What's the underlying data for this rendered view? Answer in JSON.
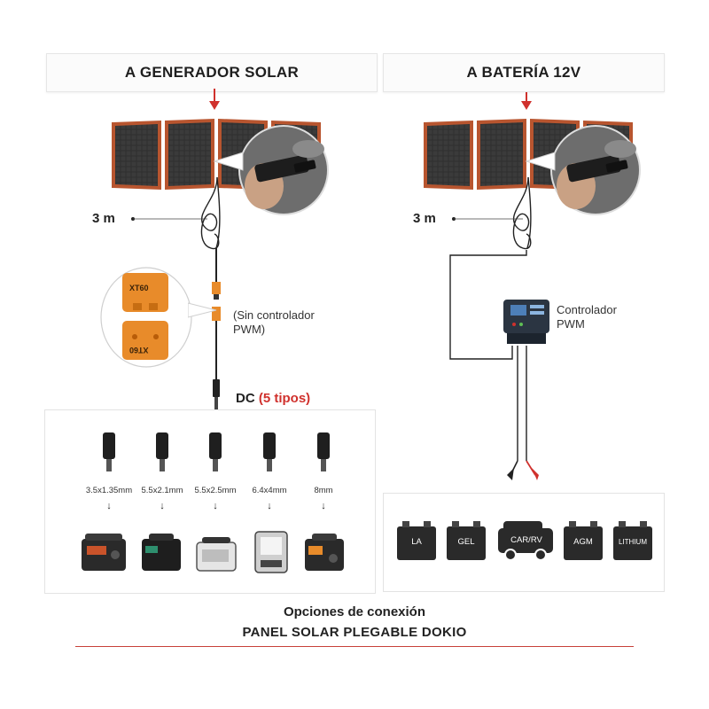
{
  "left": {
    "title": "A GENERADOR SOLAR",
    "cable_length": "3 m",
    "no_controller_note": "(Sin controlador\nPWM)",
    "connector_top": "XT60",
    "connector_bottom": "XT60",
    "dc_label": "DC",
    "dc_types": "(5 tipos)",
    "plug_sizes": [
      "3.5x1.35mm",
      "5.5x2.1mm",
      "5.5x2.5mm",
      "6.4x4mm",
      "8mm"
    ]
  },
  "right": {
    "title": "A BATERÍA 12V",
    "cable_length": "3 m",
    "controller_label": "Controlador\nPWM",
    "battery_types": [
      "LA",
      "GEL",
      "CAR/RV",
      "AGM",
      "LITHIUM"
    ]
  },
  "footer": {
    "line1": "Opciones de conexión",
    "line2": "PANEL SOLAR PLEGABLE DOKIO"
  },
  "colors": {
    "accent_red": "#d0312d",
    "panel_frame": "#b8552f",
    "panel_cell": "#2d2d2d"
  }
}
